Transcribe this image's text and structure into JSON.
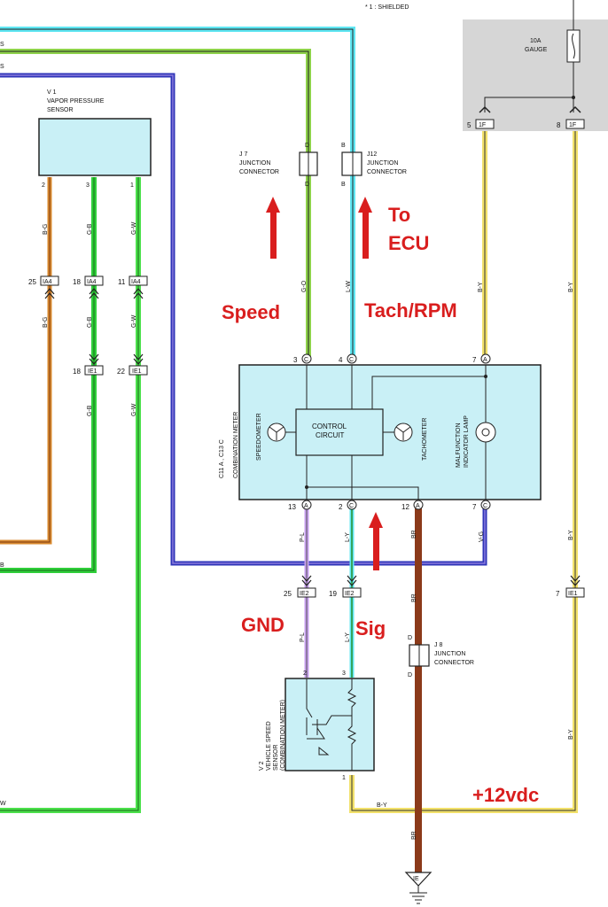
{
  "notes": {
    "shielded": "* 1 : SHIELDED"
  },
  "fuse": {
    "label_line1": "10A",
    "label_line2": "GAUGE",
    "pin_left_num": "5",
    "pin_left_conn": "1F",
    "pin_right_num": "8",
    "pin_right_conn": "1F"
  },
  "vapor_sensor": {
    "id": "V 1",
    "name_line1": "VAPOR PRESSURE",
    "name_line2": "SENSOR",
    "pins": [
      "2",
      "3",
      "1"
    ],
    "wire_labels": [
      "B-G",
      "G-B",
      "G-W"
    ]
  },
  "ia4": {
    "pins": [
      "25",
      "18",
      "11"
    ],
    "label": "IA4"
  },
  "ie1_left": {
    "pins": [
      "18",
      "22"
    ],
    "label": "IE1"
  },
  "j7": {
    "id": "J 7",
    "line1": "JUNCTION",
    "line2": "CONNECTOR",
    "pin_top": "D",
    "pin_bottom": "D"
  },
  "j12": {
    "id": "J12",
    "line1": "JUNCTION",
    "line2": "CONNECTOR",
    "pin_top": "B",
    "pin_bottom": "B"
  },
  "j8": {
    "id": "J 8",
    "line1": "JUNCTION",
    "line2": "CONNECTOR",
    "pin_top": "D",
    "pin_bottom": "D"
  },
  "wires": {
    "speed": "G-O",
    "tach": "L-W",
    "by1": "B-Y",
    "by2": "B-Y",
    "pl": "P-L",
    "ly": "L-Y",
    "br": "BR",
    "vg": "V-G",
    "by_bottom": "B-Y"
  },
  "meter": {
    "side_label": "COMBINATION METER",
    "side_ids": "C11 A , C13 C",
    "speedometer": "SPEEDOMETER",
    "tachometer": "TACHOMETER",
    "control_line1": "CONTROL",
    "control_line2": "CIRCUIT",
    "mil_line1": "MALFUNCTION",
    "mil_line2": "INDICATOR LAMP",
    "top_pins": [
      {
        "num": "3",
        "letter": "C"
      },
      {
        "num": "4",
        "letter": "C"
      },
      {
        "num": "7",
        "letter": "A"
      }
    ],
    "bottom_pins": [
      {
        "num": "13",
        "letter": "A"
      },
      {
        "num": "2",
        "letter": "C"
      },
      {
        "num": "12",
        "letter": "A"
      },
      {
        "num": "7",
        "letter": "C"
      }
    ]
  },
  "ie2": {
    "pins": [
      "25",
      "19"
    ],
    "label": "IE2"
  },
  "ie1_right": {
    "pin": "7",
    "label": "IE1"
  },
  "vss": {
    "line1": "V 2",
    "line2": "VEHICLE SPEED",
    "line3": "SENSOR",
    "line4": "(COMBINATION METER)",
    "pins": [
      "2",
      "3",
      "1"
    ]
  },
  "ground": {
    "label": "IE"
  },
  "annotations": {
    "to_ecu_1": "To",
    "to_ecu_2": "ECU",
    "speed": "Speed",
    "tach": "Tach/RPM",
    "gnd": "GND",
    "sig": "Sig",
    "v12": "+12vdc"
  },
  "left_edge": {
    "s1": "S",
    "s2": "S",
    "b": "B",
    "w": "W"
  },
  "colors": {
    "cyan": "#5ee6f2",
    "light_green": "#8ed24a",
    "green": "#2fcf3a",
    "yellow": "#f2e16a",
    "brown": "#8b3a1a",
    "orange": "#d9892e",
    "blue": "#2f35b8",
    "purple": "#9a6adf",
    "pink_violet": "#c8a0f0",
    "box_fill": "#c9f0f6",
    "grey": "#d6d6d6",
    "annotation_red": "#d91e1e"
  }
}
